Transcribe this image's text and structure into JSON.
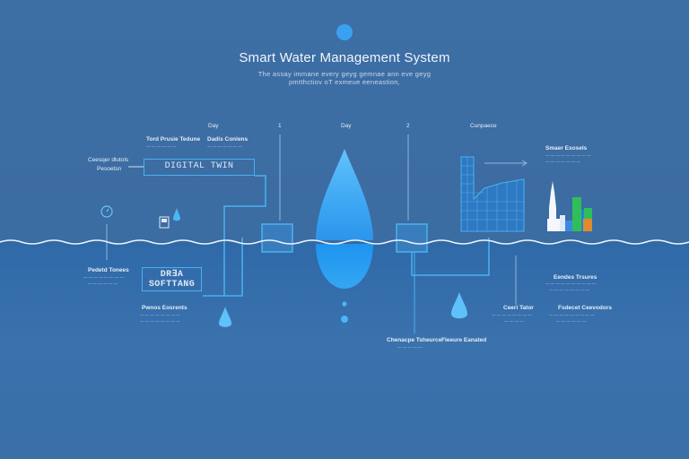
{
  "header": {
    "title": "Smart Water Management System",
    "subtitle_1": "The assay immane every geyg gemnae ann eve geyg",
    "subtitle_2": "pmtthctiov oT exmeue eeneastion,"
  },
  "timeline": {
    "day_1": "Day",
    "num_1": "1",
    "day_2": "Day",
    "num_2": "2",
    "stage_3": "Cunpaece"
  },
  "labels": {
    "top_left_1": "Tord Prusie Tedune",
    "top_left_2": "Dadis Conlens",
    "left_side_1": "Ceesqer dlutols",
    "left_side_2": "Pesoetsn",
    "digital_twin": "DIGITAL TWIN",
    "right_top": "Smaer Esosels",
    "lower_left_1": "Pedetd Tonees",
    "data_software_1": "DR∃A",
    "data_software_2": "SOFTTANG",
    "lower_left_2": "Pwnos Eosrents",
    "center_bottom_1": "Chenacpe Tsheurce",
    "center_bottom_2": "Fleeure Eanated",
    "right_mid": "Eendes Trsures",
    "right_low_1": "Ceeri Tator",
    "right_low_2": "Fsdecet Ceevodors"
  },
  "icons": {
    "top_dot": "circle-dot-icon",
    "gauge": "gauge-icon",
    "pump": "pump-icon",
    "drop": "water-drop-icon",
    "city": "city-skyline-icon",
    "bars": "bar-chart-icon"
  },
  "colors": {
    "background": "#3d6fa6",
    "line": "#4ab1f2",
    "drop": "#3aa7f5",
    "water_surface": "#e6eef8",
    "bar_green": "#2fbf5a",
    "bar_orange": "#e08a2e",
    "bar_blue": "#2a7fd6"
  }
}
